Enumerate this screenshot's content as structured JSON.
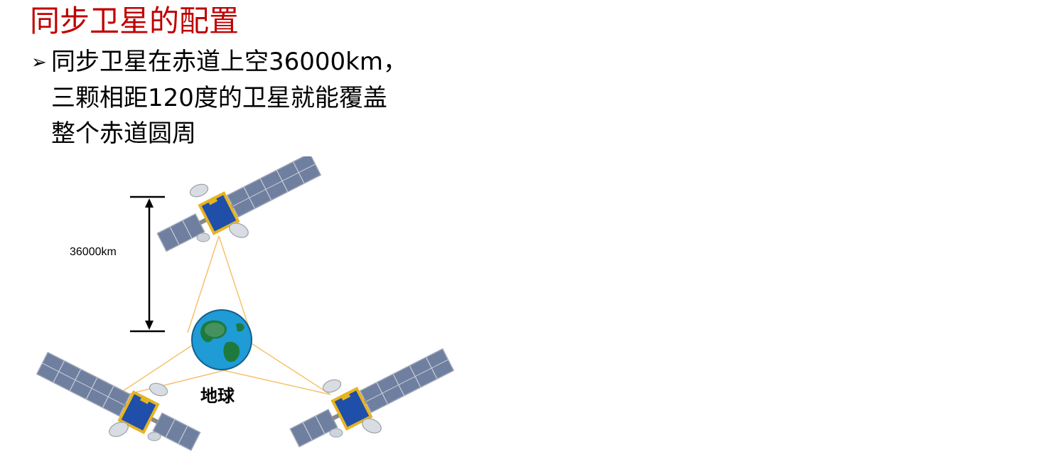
{
  "slide": {
    "title": "同步卫星的配置",
    "bullet_lines": [
      "同步卫星在赤道上空36000km，",
      "三颗相距120度的卫星就能覆盖",
      "整个赤道圆周"
    ]
  },
  "diagram": {
    "altitude_label": "36000km",
    "earth_label": "地球",
    "colors": {
      "beam_line": "#f5c26b",
      "earth_ocean": "#1f9bd6",
      "earth_land": "#1e7a3c",
      "solar_panel": "#6f7fa0",
      "satellite_body": "#1f4fa8",
      "satellite_gold": "#e6b422",
      "title_red": "#c00000"
    },
    "icons": [
      "satellite-icon",
      "earth-globe-icon",
      "dimension-arrow-icon"
    ]
  }
}
